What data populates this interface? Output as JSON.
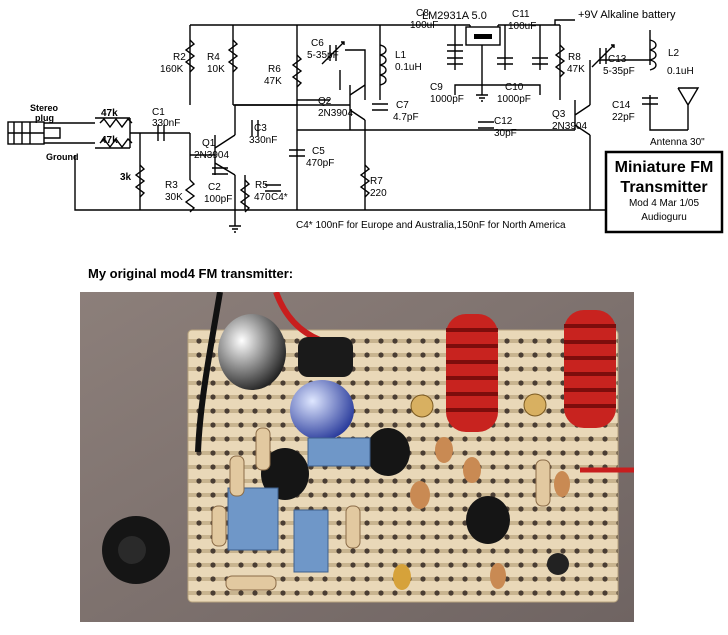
{
  "schematic": {
    "title_lines": [
      "Miniature FM",
      "Transmitter"
    ],
    "subtitle": "Mod 4 Mar 1/05",
    "author": "Audioguru",
    "battery": "+9V Alkaline battery",
    "regulator": "LM2931A 5.0",
    "antenna": "Antenna 30\"",
    "plug_lines": [
      "Stereo",
      "plug"
    ],
    "ground": "Ground",
    "note": "C4* 100nF for Europe and Australia,150nF for North America",
    "input_resistor": "47k",
    "mix_resistor": "3k",
    "components": [
      {
        "ref": "R2",
        "value": "160K"
      },
      {
        "ref": "R4",
        "value": "10K"
      },
      {
        "ref": "R6",
        "value": "47K"
      },
      {
        "ref": "C6",
        "value": "5-35pF"
      },
      {
        "ref": "L1",
        "value": "0.1uH"
      },
      {
        "ref": "C8",
        "value": "100uF"
      },
      {
        "ref": "C9",
        "value": "1000pF"
      },
      {
        "ref": "C10",
        "value": "1000pF"
      },
      {
        "ref": "C11",
        "value": "100uF"
      },
      {
        "ref": "R8",
        "value": "47K"
      },
      {
        "ref": "C13",
        "value": "5-35pF"
      },
      {
        "ref": "L2",
        "value": "0.1uH"
      },
      {
        "ref": "C1",
        "value": "330nF"
      },
      {
        "ref": "Q1",
        "value": "2N3904"
      },
      {
        "ref": "C3",
        "value": "330nF"
      },
      {
        "ref": "Q2",
        "value": "2N3904"
      },
      {
        "ref": "C7",
        "value": "4.7pF"
      },
      {
        "ref": "C12",
        "value": "30pF"
      },
      {
        "ref": "Q3",
        "value": "2N3904"
      },
      {
        "ref": "C14",
        "value": "22pF"
      },
      {
        "ref": "C5",
        "value": "470pF"
      },
      {
        "ref": "R3",
        "value": "30K"
      },
      {
        "ref": "C2",
        "value": "100pF"
      },
      {
        "ref": "R5",
        "value": "470"
      },
      {
        "ref": "C4",
        "value": "C4*"
      },
      {
        "ref": "R7",
        "value": "220"
      }
    ]
  },
  "photo": {
    "caption": "My original mod4 FM transmitter:"
  }
}
